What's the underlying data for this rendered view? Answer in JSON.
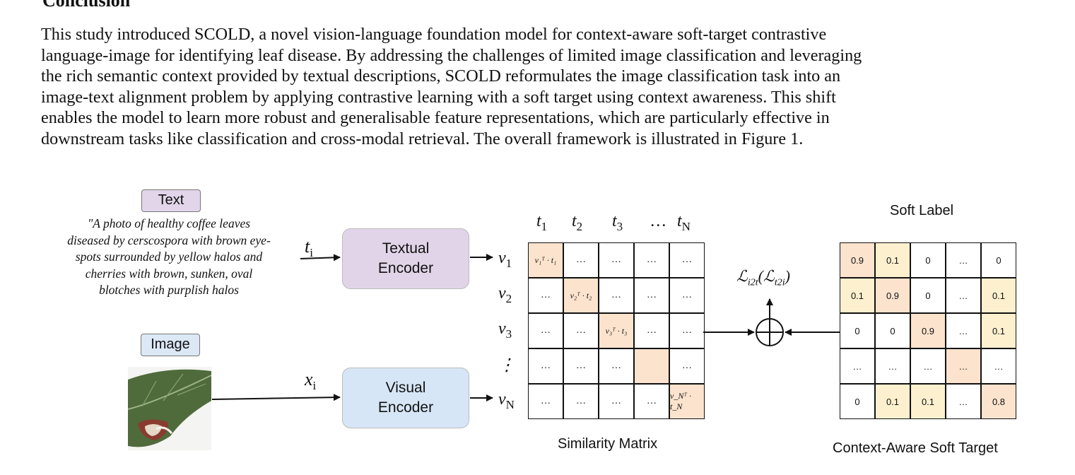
{
  "section_heading": "Conclusion",
  "paragraph_lines": [
    "This study introduced SCOLD, a novel vision-language foundation model for context-aware soft-target contrastive",
    "language-image for identifying leaf disease. By addressing the challenges of limited image classification and leveraging",
    "the rich semantic context provided by textual descriptions, SCOLD reformulates the image classification task into an",
    "image-text alignment problem by applying contrastive learning with a soft target using context awareness. This shift",
    "enables the model to learn more robust and generalisable feature representations, which are particularly effective in",
    "downstream tasks like classification and cross-modal retrieval. The overall framework is illustrated in Figure 1."
  ],
  "figure": {
    "text_tag": "Text",
    "image_tag": "Image",
    "caption_lines": [
      "\"A photo of healthy coffee  leaves",
      "diseased by cerscospora with  brown eye-",
      "spots surrounded by yellow halos and",
      "cherries with brown, sunken, oval",
      "blotches with purplish halos"
    ],
    "textual_encoder": [
      "Textual",
      "Encoder"
    ],
    "visual_encoder": [
      "Visual",
      "Encoder"
    ],
    "t_i": "t",
    "t_i_sub": "i",
    "x_i": "x",
    "x_i_sub": "i",
    "columns": [
      {
        "base": "t",
        "sub": "1"
      },
      {
        "base": "t",
        "sub": "2"
      },
      {
        "base": "t",
        "sub": "3"
      },
      {
        "base": "…",
        "sub": ""
      },
      {
        "base": "t",
        "sub": "N"
      }
    ],
    "rows": [
      {
        "base": "v",
        "sub": "1"
      },
      {
        "base": "v",
        "sub": "2"
      },
      {
        "base": "v",
        "sub": "3"
      },
      {
        "base": "⋮",
        "sub": ""
      },
      {
        "base": "v",
        "sub": "N"
      }
    ],
    "similarity_cells": [
      [
        "v₁ᵀ · t₁",
        "…",
        "…",
        "…",
        "…"
      ],
      [
        "…",
        "v₂ᵀ · t₂",
        "…",
        "…",
        "…"
      ],
      [
        "…",
        "…",
        "v₃ᵀ · t₃",
        "…",
        "…"
      ],
      [
        "…",
        "…",
        "…",
        "",
        "…"
      ],
      [
        "…",
        "…",
        "…",
        "…",
        "v_Nᵀ · t_N"
      ]
    ],
    "similarity_title": "Similarity Matrix",
    "loss_label": "ℒ_i2t(ℒ_t2i)",
    "loss_main": "ℒ",
    "loss_sub1": "i2t",
    "loss_mid": "(ℒ",
    "loss_sub2": "t2i",
    "loss_end": ")",
    "soft_label_title": "Soft Label",
    "soft_cells": [
      [
        "0.9",
        "0.1",
        "0",
        "…",
        "0"
      ],
      [
        "0.1",
        "0.9",
        "0",
        "…",
        "0.1"
      ],
      [
        "0",
        "0",
        "0.9",
        "…",
        "0.1"
      ],
      [
        "…",
        "…",
        "…",
        "…",
        "…"
      ],
      [
        "0",
        "0.1",
        "0.1",
        "…",
        "0.8"
      ]
    ],
    "soft_target_title": "Context-Aware Soft Target",
    "colors": {
      "text_tag_bg": "#e2d5ea",
      "image_tag_bg": "#dce8f6",
      "textual_encoder_bg": "#e1d4e8",
      "visual_encoder_bg": "#d7e6f7",
      "diag_highlight": "#fce3cd",
      "soft_light": "#fdf0cf",
      "leaf_green": "#4f6b3b"
    }
  }
}
